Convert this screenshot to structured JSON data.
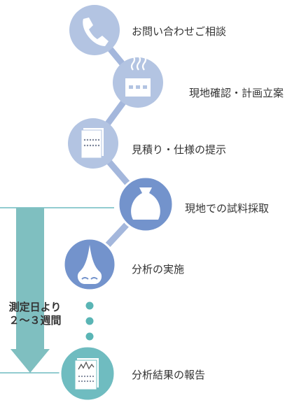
{
  "colors": {
    "circle_light": "#b3c4e2",
    "circle_dark": "#7393cc",
    "circle_teal": "#6fbcc0",
    "connector": "#a4b7dc",
    "dot": "#5ab5b5",
    "arrow": "#7fbfc0",
    "line": "#6fbcc0"
  },
  "steps": [
    {
      "label": "お問い合わせご相談",
      "icon": "phone-icon"
    },
    {
      "label": "現地確認・計画立案",
      "icon": "building-icon"
    },
    {
      "label": "見積り・仕様の提示",
      "icon": "document-icon"
    },
    {
      "label": "現地での試料採取",
      "icon": "sample-bag-icon"
    },
    {
      "label": "分析の実施",
      "icon": "nose-icon"
    },
    {
      "label": "分析結果の報告",
      "icon": "report-chart-icon"
    }
  ],
  "period": {
    "line1": "測定日より",
    "line2": "２～３週間"
  }
}
